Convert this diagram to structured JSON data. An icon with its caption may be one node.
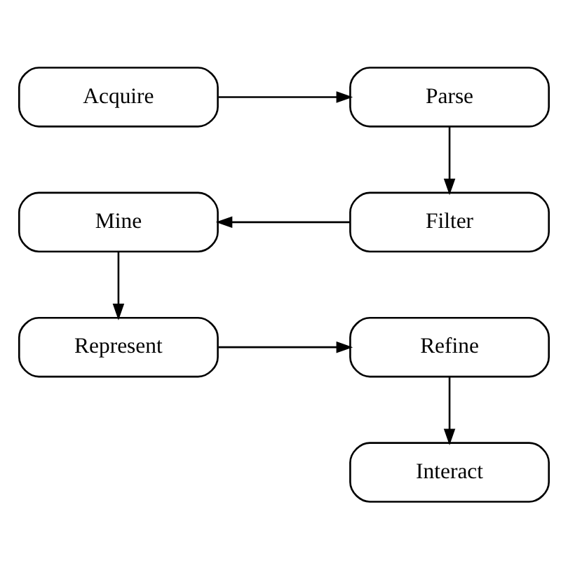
{
  "diagram": {
    "nodes": [
      {
        "text": [
          "Acquire"
        ]
      },
      {
        "text": [
          "Parse"
        ]
      },
      {
        "text": [
          "Filter"
        ]
      },
      {
        "text": [
          "Mine"
        ]
      },
      {
        "text": [
          "Represent"
        ]
      },
      {
        "text": [
          "Refine"
        ]
      },
      {
        "text": [
          "Interact"
        ]
      }
    ],
    "edges": [
      {
        "from": 0,
        "to": 1,
        "arrow": "to"
      },
      {
        "from": 1,
        "to": 2,
        "arrow": "to"
      },
      {
        "from": 2,
        "to": 3,
        "arrow": "to"
      },
      {
        "from": 3,
        "to": 4,
        "arrow": "to"
      },
      {
        "from": 4,
        "to": 5,
        "arrow": "to"
      },
      {
        "from": 5,
        "to": 6,
        "arrow": "to"
      }
    ]
  }
}
